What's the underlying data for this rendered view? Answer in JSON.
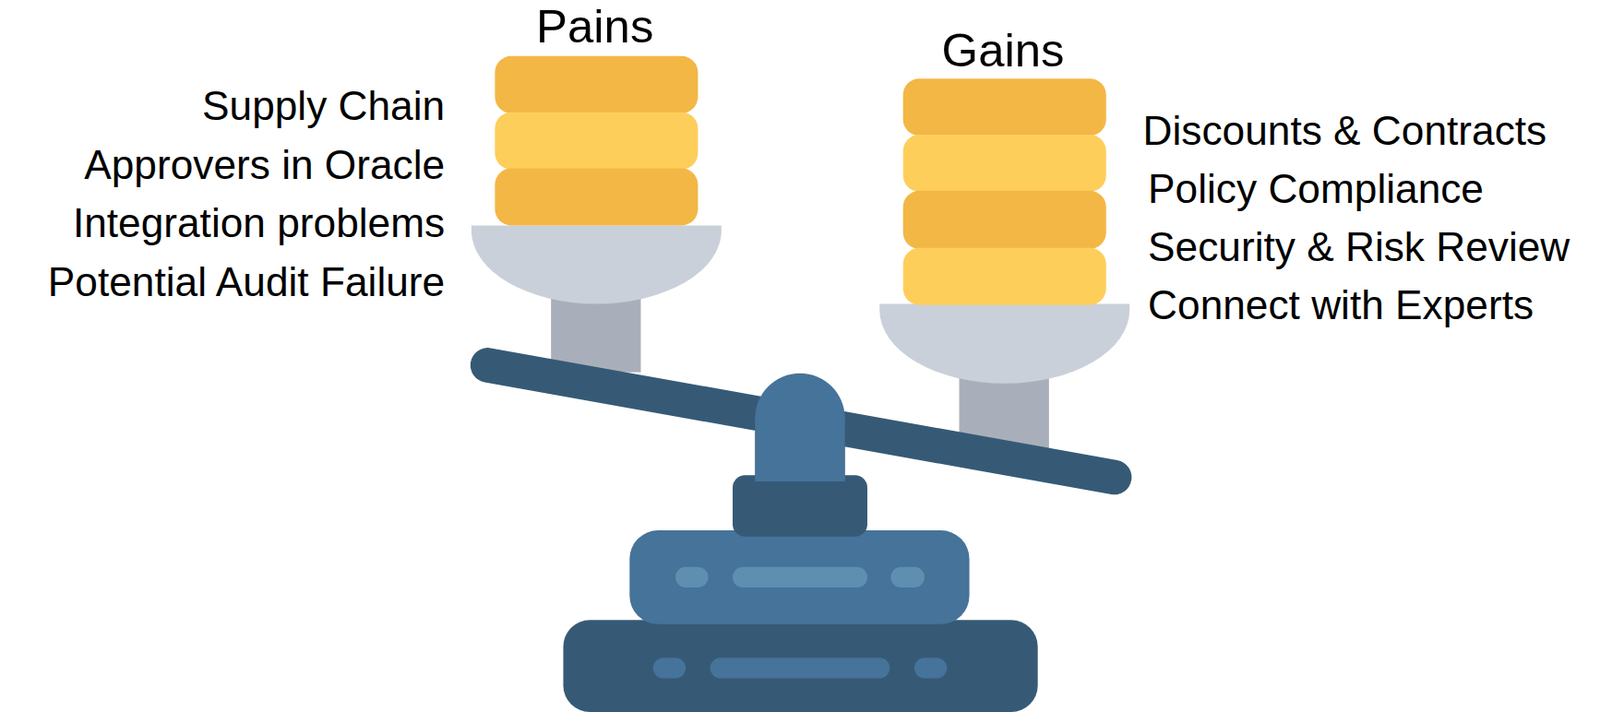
{
  "diagram": {
    "labels": [
      "Pains",
      "Supply Chain",
      "Approvers in Oracle",
      "Integration problems",
      "Potential Audit Failure",
      "Gains",
      "Discounts & Contracts",
      "Policy Compliance",
      "Security & Risk Review",
      "Connect with Experts"
    ]
  }
}
